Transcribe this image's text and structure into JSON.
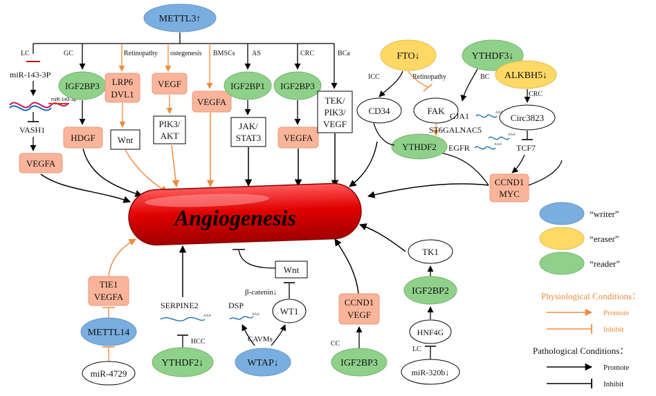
{
  "central": {
    "label": "Angiogenesis"
  },
  "top_hub": {
    "label": "METTL3↑"
  },
  "conditions": {
    "LC": "LC",
    "GC": "GC",
    "retinopathy": "Retinopathy",
    "osteogenesis": "ostegenesis",
    "bmscs": "BMSCs",
    "as": "AS",
    "crc": "CRC",
    "bca": "BCa",
    "icc": "ICC",
    "retinopathy2": "Retinopathy",
    "bc": "BC",
    "crc2": "CRC",
    "hcc": "HCC",
    "cavms": "CAVMs",
    "cc": "CC",
    "lc2": "LC"
  },
  "nodes": {
    "mir143": "miR-143-3P",
    "mir143_small": "miR-143-3p",
    "vash1": "VASH1",
    "vegfa_left": "VEGFA",
    "igf2bp3_gc": "IGF2BP3",
    "hdgf": "HDGF",
    "lrp6": "LRP6",
    "dvl1": "DVL1",
    "wnt_top": "Wnt",
    "vegf_ost": "VEGF",
    "pik3": "PIK3/",
    "akt": "AKT",
    "vegfa_bmsc": "VEGFA",
    "igf2bp1": "IGF2BP1",
    "jak": "JAK/",
    "stat3": "STAT3",
    "igf2bp3_crc": "IGF2BP3",
    "vegfa_crc": "VEGFA",
    "tek": "TEK/",
    "pik3_2": "PIK3/",
    "vegf_bca": "VEGF",
    "fto": "FTO↓",
    "cd34": "CD34",
    "fak": "FAK",
    "ythdf2_mid": "YTHDF2",
    "ythdf3": "YTHDF3↓",
    "alkbh5": "ALKBH5↓",
    "gja1": "GJA1",
    "st6": "ST6GALNAC5",
    "egfr": "EGFR",
    "circ": "Circ3823",
    "tcf7": "TCF7",
    "ccnd1_r": "CCND1",
    "myc": "MYC",
    "aaa": "AAA",
    "tie1": "TIE1",
    "vegfa_tie": "VEGFA",
    "mettl14": "METTL14",
    "mir4729": "miR-4729",
    "serpine2": "SERPINE2",
    "ythdf2_bottom": "YTHDF2↓",
    "wnt_bottom": "Wnt",
    "bcatenin": "β-catenin↓",
    "dsp": "DSP",
    "wt1": "WT1",
    "wtap": "WTAP↓",
    "ccnd1_b": "CCND1",
    "vegf_b": "VEGF",
    "igf2bp3_b": "IGF2BP3",
    "tk1": "TK1",
    "igf2bp2": "IGF2BP2",
    "hnf4g": "HNF4G",
    "mir320": "miR-320b↓"
  },
  "legend": {
    "writer": "“writer”",
    "eraser": "“eraser”",
    "reader": "“reader”",
    "phys_title": "Physiological Conditions：",
    "phys_promote": "Promote",
    "phys_inhibit": "Inhibit",
    "path_title": "Pathological Conditions：",
    "path_promote": "Promote",
    "path_inhibit": "Inhibit"
  },
  "colors": {
    "writer": "#7aaee0",
    "eraser": "#ffd966",
    "reader": "#8fd18a",
    "target_box": "#f9b49a",
    "physiological": "#ef8a3c",
    "pathological": "#000000",
    "central_red": "#e00000"
  }
}
